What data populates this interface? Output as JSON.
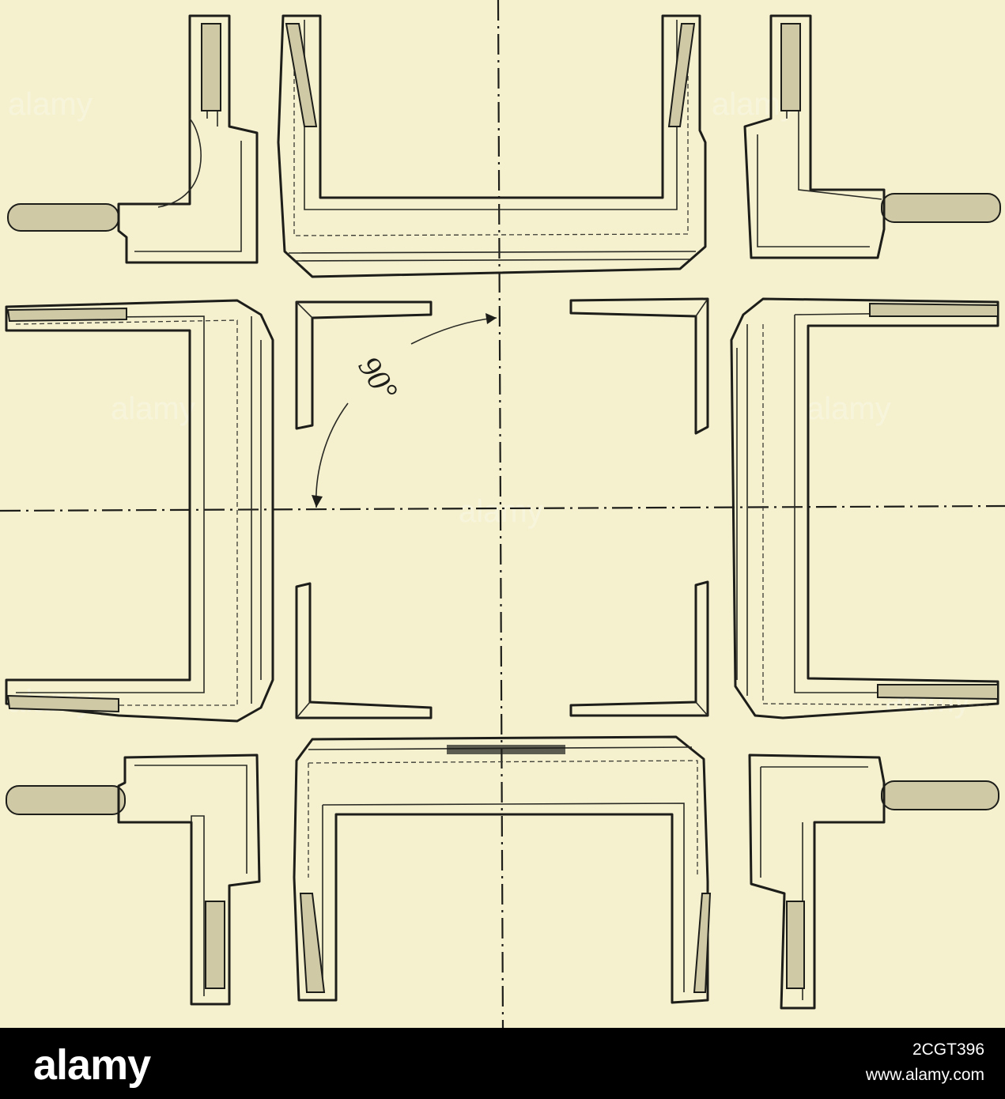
{
  "drawing": {
    "angle_label": "90°",
    "watermark": "alamy"
  },
  "footer": {
    "brand": "alamy",
    "image_id": "2CGT396",
    "url": "www.alamy.com"
  }
}
